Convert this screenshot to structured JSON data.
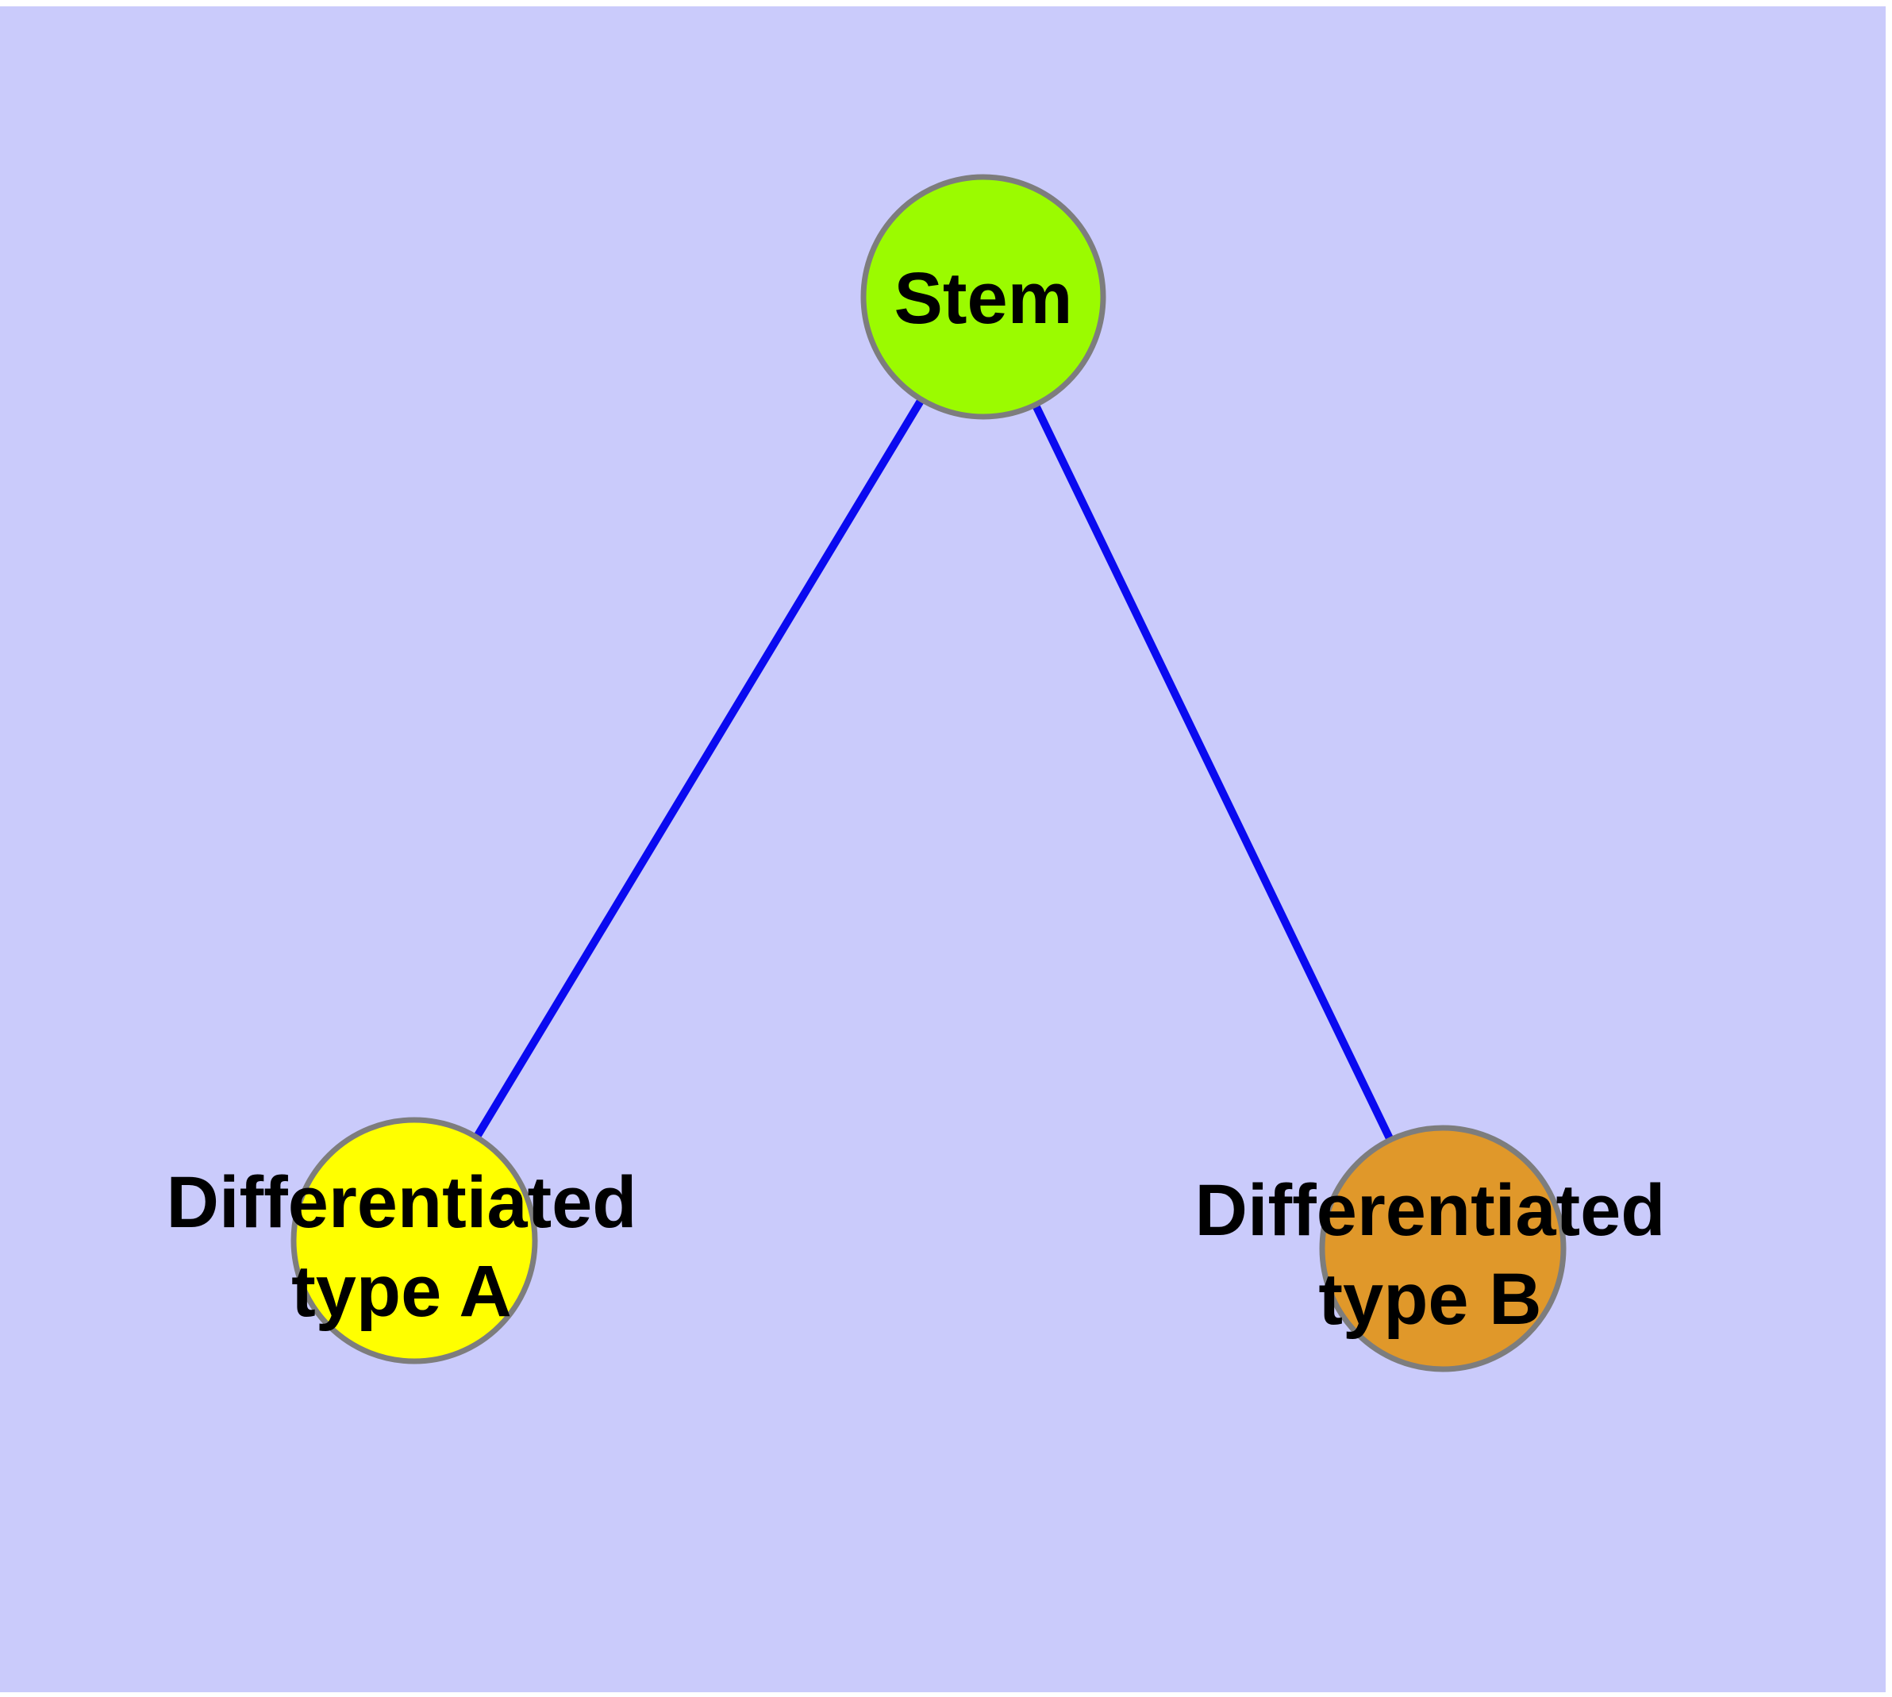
{
  "diagram": {
    "theme": {
      "page_color": "#FFFFFF",
      "bg_color": "#CACBFB",
      "edge_color": "#0A0AF0",
      "node_border_color": "#7D7D7D",
      "label_color": "#000000"
    },
    "nodes": [
      {
        "id": "stem",
        "color": "#9BFB00",
        "label_lines": [
          "Stem"
        ]
      },
      {
        "id": "differentiated-type-a",
        "color": "#FFFF00",
        "label_lines": [
          "Differentiated",
          "type A"
        ]
      },
      {
        "id": "differentiated-type-b",
        "color": "#E0982A",
        "label_lines": [
          "Differentiated",
          "type B"
        ]
      }
    ],
    "edges": [
      {
        "from": "stem",
        "to": "differentiated-type-a"
      },
      {
        "from": "stem",
        "to": "differentiated-type-b"
      }
    ]
  }
}
